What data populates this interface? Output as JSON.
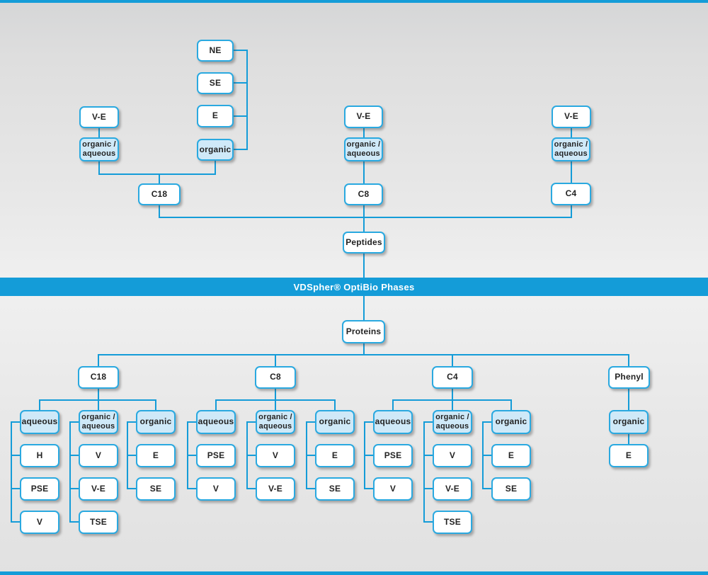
{
  "banner": {
    "title": "VDSpher® OptiBio Phases"
  },
  "colors": {
    "accent": "#149cd8",
    "box_border": "#2aa9e0",
    "shaded_box": "#cfe9f8"
  },
  "peptides": {
    "root": "Peptides",
    "c18": {
      "label": "C18",
      "aqueous_chain": {
        "test": "V-E",
        "mode": "organic /\naqueous"
      },
      "organic_chain": {
        "mode": "organic",
        "tests": [
          "NE",
          "SE",
          "E"
        ]
      }
    },
    "c8": {
      "label": "C8",
      "test": "V-E",
      "mode": "organic /\naqueous"
    },
    "c4": {
      "label": "C4",
      "test": "V-E",
      "mode": "organic /\naqueous"
    }
  },
  "proteins": {
    "root": "Proteins",
    "groups": [
      {
        "label": "C18",
        "phases": [
          {
            "mode": "aqueous",
            "tests": [
              "H",
              "PSE",
              "V"
            ]
          },
          {
            "mode": "organic /\naqueous",
            "tests": [
              "V",
              "V-E",
              "TSE"
            ]
          },
          {
            "mode": "organic",
            "tests": [
              "E",
              "SE"
            ]
          }
        ]
      },
      {
        "label": "C8",
        "phases": [
          {
            "mode": "aqueous",
            "tests": [
              "PSE",
              "V"
            ]
          },
          {
            "mode": "organic /\naqueous",
            "tests": [
              "V",
              "V-E"
            ]
          },
          {
            "mode": "organic",
            "tests": [
              "E",
              "SE"
            ]
          }
        ]
      },
      {
        "label": "C4",
        "phases": [
          {
            "mode": "aqueous",
            "tests": [
              "PSE",
              "V"
            ]
          },
          {
            "mode": "organic /\naqueous",
            "tests": [
              "V",
              "V-E",
              "TSE"
            ]
          },
          {
            "mode": "organic",
            "tests": [
              "E",
              "SE"
            ]
          }
        ]
      },
      {
        "label": "Phenyl",
        "phases": [
          {
            "mode": "organic",
            "tests": [
              "E"
            ]
          }
        ]
      }
    ]
  }
}
